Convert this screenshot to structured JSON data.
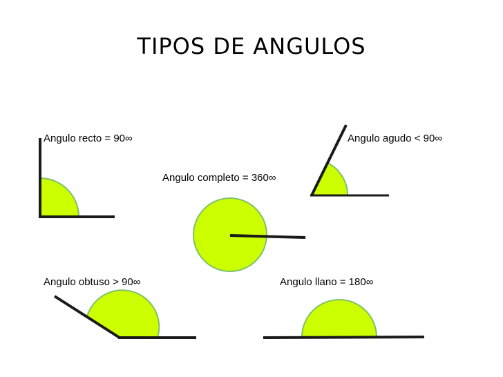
{
  "title": "TIPOS DE ANGULOS",
  "angles": {
    "recto": "Angulo recto = 90∞",
    "agudo": "Angulo agudo < 90∞",
    "completo": "Angulo completo = 360∞",
    "obtuso": "Angulo obtuso > 90∞",
    "llano": "Angulo llano = 180∞"
  },
  "colors": {
    "fill": "#ccff00",
    "edge": "#7fbf6a",
    "line": "#1a1a1a"
  }
}
